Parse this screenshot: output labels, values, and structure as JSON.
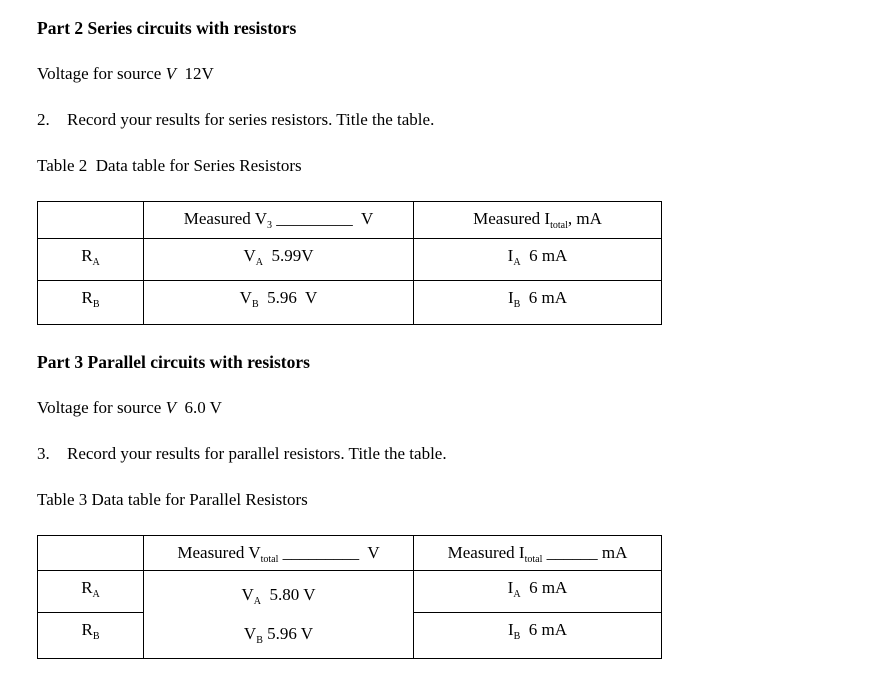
{
  "page": {
    "background": "#ffffff",
    "text_color": "#000000",
    "border_color": "#000000"
  },
  "part2": {
    "heading": "Part 2 Series circuits with resistors",
    "voltage": {
      "label": "Voltage for source ",
      "symbol": "V",
      "value": "  12V"
    },
    "step": {
      "number": "2.",
      "text": "Record your results for series resistors. Title the table."
    },
    "caption": "Table 2  Data table for Series Resistors",
    "table": {
      "header_v": {
        "text": "Measured V",
        "sub": "3",
        "tail": " _________  V"
      },
      "header_i": {
        "text": "Measured I",
        "sub": "total",
        "tail": ", mA"
      },
      "rows": [
        {
          "label": "R",
          "label_sub": "A",
          "v": "V",
          "v_sub": "A",
          "v_tail": "  5.99V",
          "i": "I",
          "i_sub": "A",
          "i_tail": "  6 mA"
        },
        {
          "label": "R",
          "label_sub": "B",
          "v": "V",
          "v_sub": "B",
          "v_tail": "  5.96  V",
          "i": "I",
          "i_sub": "B",
          "i_tail": "  6 mA"
        }
      ]
    }
  },
  "part3": {
    "heading": "Part 3 Parallel circuits with resistors",
    "voltage": {
      "label": "Voltage for source ",
      "symbol": "V",
      "value": "  6.0 V"
    },
    "step": {
      "number": "3.",
      "text": "Record your results for parallel resistors. Title the table."
    },
    "caption": "Table 3 Data table for Parallel Resistors",
    "table": {
      "header_v": {
        "text": "Measured V",
        "sub": "total",
        "tail": " _________  V"
      },
      "header_i": {
        "text": "Measured I",
        "sub": "total",
        "tail": " ______ mA"
      },
      "row_labels": [
        {
          "text": "R",
          "sub": "A"
        },
        {
          "text": "R",
          "sub": "B"
        }
      ],
      "merged_v_lines": [
        {
          "text": "V",
          "sub": "A",
          "tail": "  5.80 V"
        },
        {
          "text": "V",
          "sub": "B",
          "tail": " 5.96 V"
        }
      ],
      "i_cells": [
        {
          "text": "I",
          "sub": "A",
          "tail": "  6 mA"
        },
        {
          "text": "I",
          "sub": "B",
          "tail": "  6 mA"
        }
      ]
    }
  }
}
